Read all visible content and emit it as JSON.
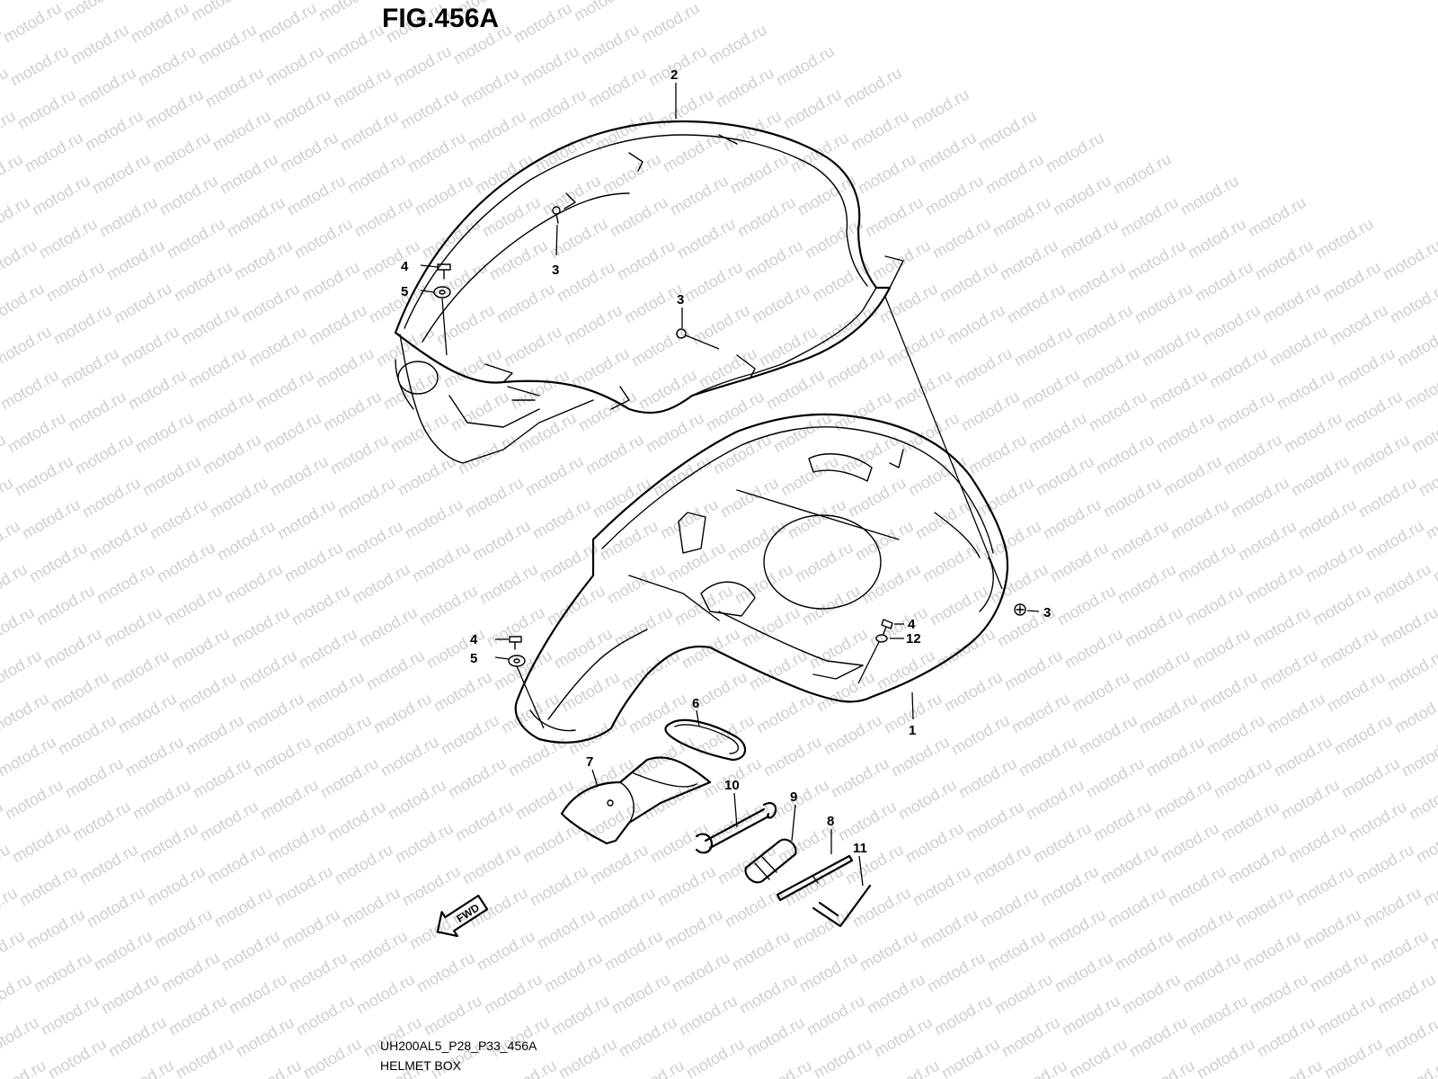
{
  "figure": {
    "title": "FIG.456A",
    "drawing_code": "UH200AL5_P28_P33_456A",
    "section_name": "HELMET BOX"
  },
  "watermark": "motod.ru",
  "direction_marker": {
    "label": "FWD"
  },
  "callouts": [
    {
      "id": "c-2",
      "label": "2"
    },
    {
      "id": "c-4a",
      "label": "4"
    },
    {
      "id": "c-5a",
      "label": "5"
    },
    {
      "id": "c-3a",
      "label": "3"
    },
    {
      "id": "c-3b",
      "label": "3"
    },
    {
      "id": "c-3c",
      "label": "3"
    },
    {
      "id": "c-4b",
      "label": "4"
    },
    {
      "id": "c-12",
      "label": "12"
    },
    {
      "id": "c-4c",
      "label": "4"
    },
    {
      "id": "c-5b",
      "label": "5"
    },
    {
      "id": "c-1",
      "label": "1"
    },
    {
      "id": "c-6",
      "label": "6"
    },
    {
      "id": "c-7",
      "label": "7"
    },
    {
      "id": "c-10",
      "label": "10"
    },
    {
      "id": "c-9",
      "label": "9"
    },
    {
      "id": "c-8",
      "label": "8"
    },
    {
      "id": "c-11",
      "label": "11"
    }
  ],
  "colors": {
    "line": "#000000",
    "watermark": "#cfcfcf",
    "background": "#ffffff"
  }
}
